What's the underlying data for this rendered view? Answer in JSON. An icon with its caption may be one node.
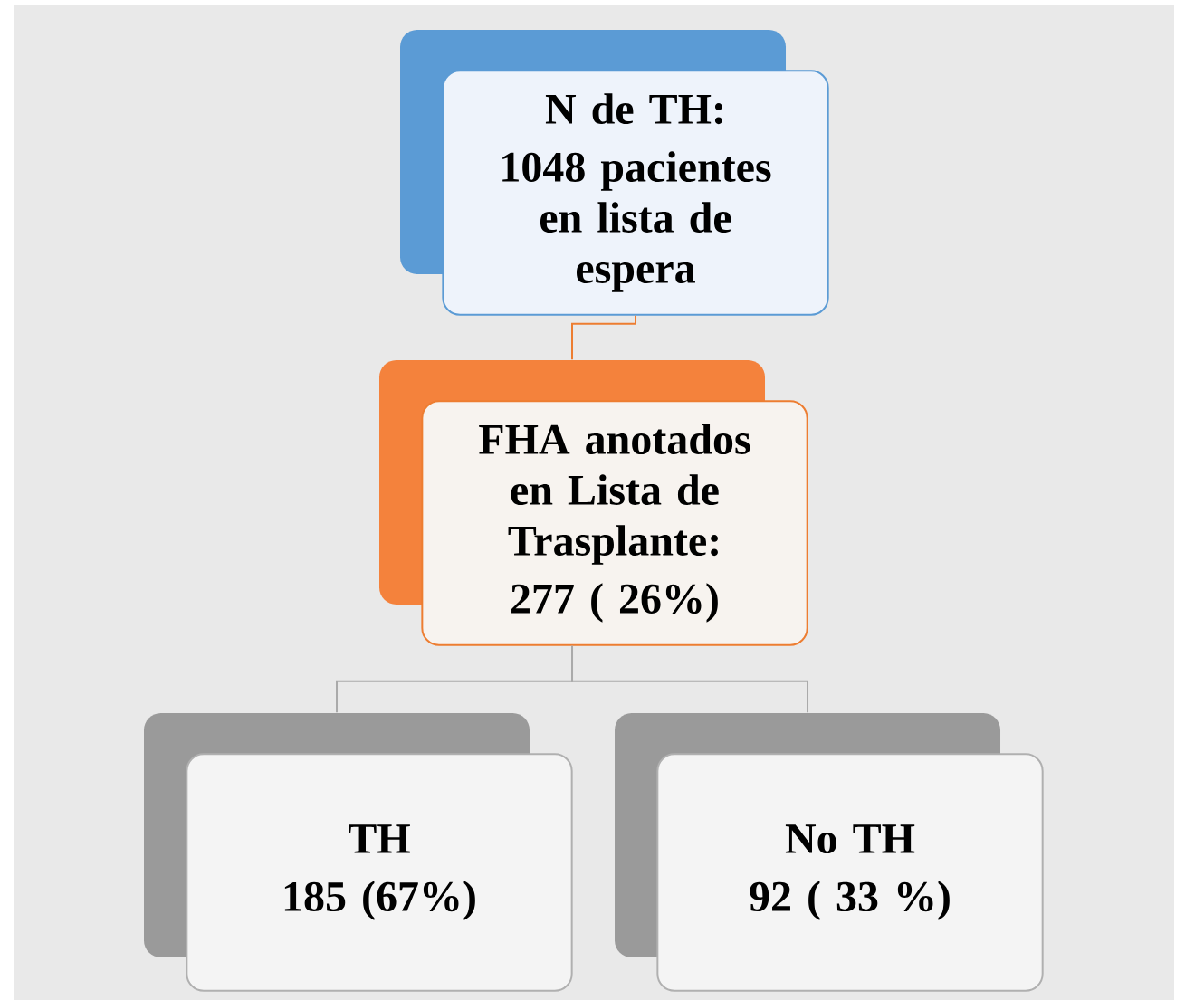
{
  "diagram": {
    "nodes": [
      {
        "text": [
          "N de TH:",
          "1048 pacientes en lista de espera"
        ]
      },
      {
        "text": [
          "FHA anotados en Lista de Trasplante:",
          "277 ( 26%)"
        ]
      },
      {
        "text": [
          "TH",
          "185 (67%)"
        ]
      },
      {
        "text": [
          "No TH",
          "92 ( 33 %)"
        ]
      }
    ],
    "edges": [
      {
        "from": 0,
        "to": 1,
        "arrow": "none",
        "color": "#ed7d31"
      },
      {
        "from": 1,
        "to": 2,
        "arrow": "none"
      },
      {
        "from": 1,
        "to": 3,
        "arrow": "none"
      }
    ]
  }
}
